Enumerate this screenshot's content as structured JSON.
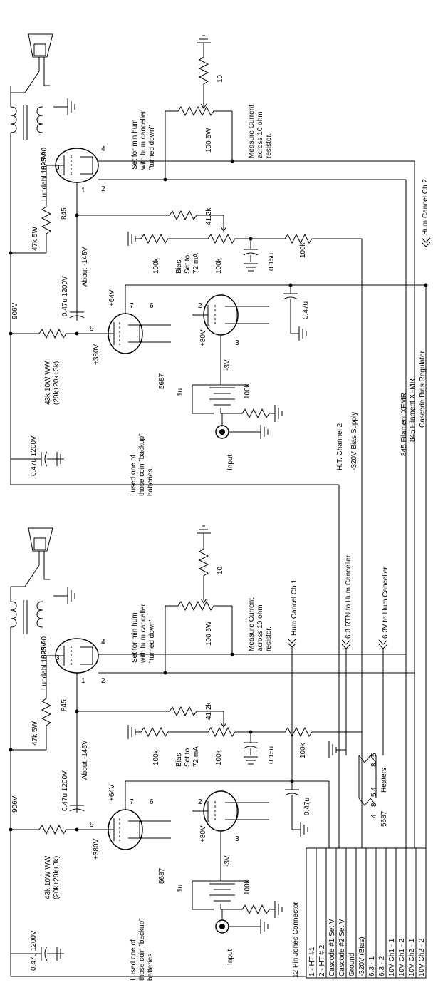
{
  "channel2": {
    "lundahl": "Lundahl 1623-90",
    "v895": "895V",
    "tube845": "845",
    "pin3": "3",
    "pin4": "4",
    "pin1": "1",
    "pin2": "2",
    "r10": "10",
    "r100_5w": "100 5W",
    "set_hum": [
      "Set for min hum",
      "with hum canceller",
      "\"turned down\""
    ],
    "measure": [
      "Measure Current",
      "across 10 ohm",
      "resistor."
    ],
    "r47k": "47k 5W",
    "r41k": "41.2k",
    "about145": "About -145V",
    "r100k_a": "100k",
    "r100k_b": "100k",
    "r100k_c": "100k",
    "bias": [
      "Bias",
      "Set to",
      "72 mA"
    ],
    "c015": "0.15u",
    "hum_cancel": "Hum Cancel Ch 2",
    "v906": "906V",
    "c047_1200": "0.47u 1200V",
    "v64": "+64V",
    "pin7": "7",
    "pin6": "6",
    "pin9": "9",
    "c047": "0.47u",
    "v80": "+80V",
    "pin2b": "2",
    "pin3b": "3",
    "v380": "+380V",
    "r43k": [
      "43k 10W WW",
      "(20k+20k+3k)"
    ],
    "tube5687": "5687",
    "vneg3": "-3V",
    "c1u": "1u",
    "r100k_d": "100k",
    "c047_1200b": "0.47u 1200V",
    "battery": [
      "I used one of",
      "those coin \"backup\"",
      "batteries."
    ],
    "input": "Input",
    "ht2": "H.T. Channel 2",
    "bias_supply": "-320V Bias Supply",
    "fil1": "845 Filament XFMR",
    "fil2": "845 Filament XFMR",
    "cascode": "Cascode Bias Regulator"
  },
  "channel1": {
    "lundahl": "Lundahl 1623-90",
    "v895": "895V",
    "tube845": "845",
    "pin3": "3",
    "pin4": "4",
    "pin1": "1",
    "pin2": "2",
    "r10": "10",
    "r100_5w": "100 5W",
    "set_hum": [
      "Set for min hum",
      "with hum canceller",
      "\"turned down\""
    ],
    "measure": [
      "Measure Current",
      "across 10 ohm",
      "resistor."
    ],
    "hum_cancel": "Hum Cancel Ch 1",
    "rtn": "6.3 RTN to Hum Canceller",
    "v63": "6.3V to Hum Canceller",
    "r47k": "47k 5W",
    "r41k": "41.2k",
    "about145": "About -145V",
    "r100k_a": "100k",
    "r100k_b": "100k",
    "r100k_c": "100k",
    "bias": [
      "Bias",
      "Set to",
      "72 mA"
    ],
    "c015": "0.15u",
    "v906": "906V",
    "c047_1200": "0.47u 1200V",
    "v64": "+64V",
    "pin7": "7",
    "pin6": "6",
    "pin9": "9",
    "c047": "0.47u",
    "v80": "+80V",
    "pin2b": "2",
    "pin3b": "3",
    "v380": "+380V",
    "r43k": [
      "43k 10W WW",
      "(20k+20k+3k)"
    ],
    "tube5687": "5687",
    "vneg3": "-3V",
    "c1u": "1u",
    "r100k_d": "100k",
    "c047_1200b": "0.47u 1200V",
    "battery": [
      "I used one of",
      "those coin \"backup\"",
      "batteries."
    ],
    "input": "Input",
    "heaters": "Heaters",
    "heater_pins": [
      "4",
      "8",
      "5",
      "4",
      "8",
      "5"
    ],
    "tube5687_heaters": "5687"
  },
  "connector": {
    "title": "12 Pin Jones Connector",
    "pins": [
      "1 - HT #1",
      "2 - HT # 2",
      "Cascode #1 Set V",
      "Cascode #2 Set V",
      "Ground",
      "-320V (Bias)",
      "6.3 - 1",
      "6.3 - 2",
      "10V Ch1 - 1",
      "10V Ch1 - 2",
      "10V Ch2 - 1",
      "10V Ch2 - 2"
    ]
  }
}
